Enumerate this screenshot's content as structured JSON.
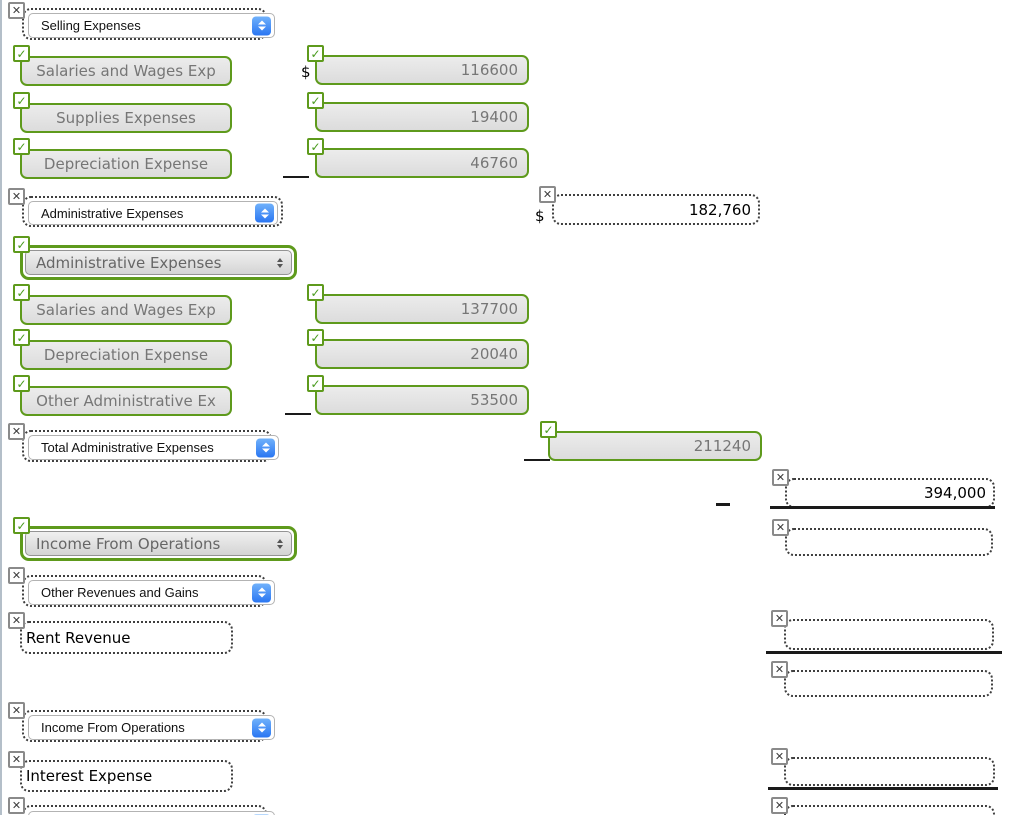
{
  "icons": {
    "x_mark": "✕",
    "check": "✓"
  },
  "selling": {
    "header_select": "Selling Expenses",
    "currency": "$",
    "rows": [
      {
        "account": "Salaries and Wages Exp",
        "amount": "116600"
      },
      {
        "account": "Supplies Expenses",
        "amount": "19400"
      },
      {
        "account": "Depreciation Expense",
        "amount": "46760"
      }
    ]
  },
  "selling_total": {
    "select_label": "Administrative Expenses",
    "currency": "$",
    "amount": "182,760"
  },
  "admin": {
    "header_select": "Administrative Expenses",
    "rows": [
      {
        "account": "Salaries and Wages Exp",
        "amount": "137700"
      },
      {
        "account": "Depreciation Expense",
        "amount": "20040"
      },
      {
        "account": "Other Administrative Ex",
        "amount": "53500"
      }
    ],
    "total_select_label": "Total Administrative Expenses",
    "total_amount": "211240"
  },
  "totals": {
    "total_operating_expenses": "394,000"
  },
  "income_from_operations": {
    "graded_select_label": "Income From Operations",
    "dropdown_label": "Income From Operations"
  },
  "other_revenues": {
    "header_select": "Other Revenues and Gains",
    "account_input": "Rent Revenue"
  },
  "interest": {
    "account_input": "Interest Expense"
  },
  "colors": {
    "green": "#5e9a1c",
    "blue": "#2a76f2"
  }
}
